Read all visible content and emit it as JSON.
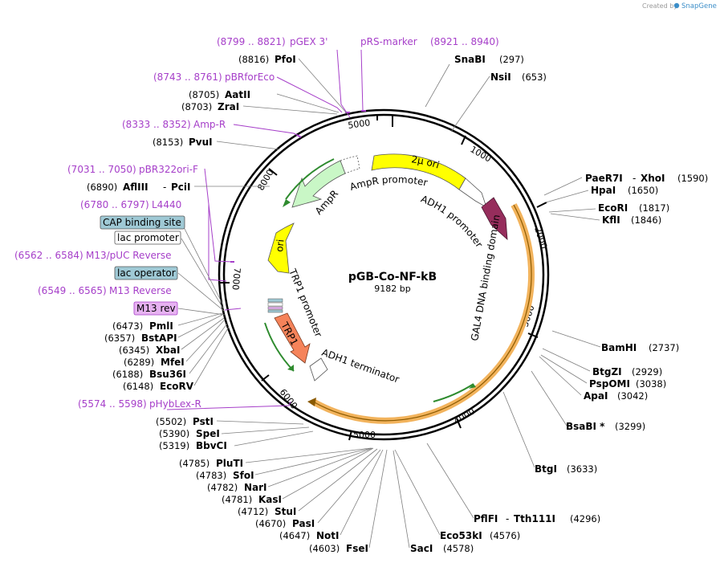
{
  "credit": {
    "prefix": "Created by",
    "brand": "SnapGene"
  },
  "map": {
    "name": "pGB-Co-NF-kB",
    "length": "9182 bp"
  },
  "ticks": [
    "1000",
    "2000",
    "3000",
    "4000",
    "5000",
    "6000",
    "7000",
    "8000",
    "5000"
  ],
  "enzymes_right": [
    {
      "name": "SnaBI",
      "pos": "(297)"
    },
    {
      "name": "NsiI",
      "pos": "(653)"
    },
    {
      "name": "PaeR7I",
      "sep": "-",
      "name2": "XhoI",
      "pos": "(1590)"
    },
    {
      "name": "HpaI",
      "pos": "(1650)"
    },
    {
      "name": "EcoRI",
      "pos": "(1817)"
    },
    {
      "name": "KflI",
      "pos": "(1846)"
    },
    {
      "name": "BamHI",
      "pos": "(2737)"
    },
    {
      "name": "BtgZI",
      "pos": "(2929)"
    },
    {
      "name": "PspOMI",
      "pos": "(3038)"
    },
    {
      "name": "ApaI",
      "pos": "(3042)"
    },
    {
      "name": "BsaBI *",
      "pos": "(3299)"
    },
    {
      "name": "BtgI",
      "pos": "(3633)"
    },
    {
      "name": "PflFI",
      "sep": "-",
      "name2": "Tth111I",
      "pos": "(4296)"
    },
    {
      "name": "Eco53kI",
      "pos": "(4576)"
    },
    {
      "name": "SacI",
      "pos": "(4578)"
    }
  ],
  "enzymes_left": [
    {
      "name": "PfoI",
      "pos": "(8816)"
    },
    {
      "name": "AatII",
      "pos": "(8705)"
    },
    {
      "name": "ZraI",
      "pos": "(8703)"
    },
    {
      "name": "PvuI",
      "pos": "(8153)"
    },
    {
      "name": "AflIII",
      "sep": "-",
      "name2": "PciI",
      "pos": "(6890)"
    },
    {
      "name": "PmlI",
      "pos": "(6473)"
    },
    {
      "name": "BstAPI",
      "pos": "(6357)"
    },
    {
      "name": "XbaI",
      "pos": "(6345)"
    },
    {
      "name": "MfeI",
      "pos": "(6289)"
    },
    {
      "name": "Bsu36I",
      "pos": "(6188)"
    },
    {
      "name": "EcoRV",
      "pos": "(6148)"
    },
    {
      "name": "PstI",
      "pos": "(5502)"
    },
    {
      "name": "SpeI",
      "pos": "(5390)"
    },
    {
      "name": "BbvCI",
      "pos": "(5319)"
    },
    {
      "name": "PluTI",
      "pos": "(4785)"
    },
    {
      "name": "SfoI",
      "pos": "(4783)"
    },
    {
      "name": "NarI",
      "pos": "(4782)"
    },
    {
      "name": "KasI",
      "pos": "(4781)"
    },
    {
      "name": "StuI",
      "pos": "(4712)"
    },
    {
      "name": "PasI",
      "pos": "(4670)"
    },
    {
      "name": "NotI",
      "pos": "(4647)"
    },
    {
      "name": "FseI",
      "pos": "(4603)"
    }
  ],
  "primers": [
    {
      "range": "(8799 .. 8821)",
      "name": "pGEX 3'"
    },
    {
      "range": "",
      "name": "pRS-marker"
    },
    {
      "range": "(8921 .. 8940)",
      "name": ""
    },
    {
      "range": "(8743 .. 8761)",
      "name": "pBRforEco"
    },
    {
      "range": "(8333 .. 8352)",
      "name": "Amp-R"
    },
    {
      "range": "(7031 .. 7050)",
      "name": "pBR322ori-F"
    },
    {
      "range": "(6780 .. 6797)",
      "name": "L4440"
    },
    {
      "range": "(6562 .. 6584)",
      "name": "M13/pUC Reverse"
    },
    {
      "range": "(6549 .. 6565)",
      "name": "M13 Reverse"
    },
    {
      "range": "(5574 .. 5598)",
      "name": "pHybLex-R"
    }
  ],
  "boxed_features": [
    {
      "name": "CAP binding site",
      "color": "#9fc9d5"
    },
    {
      "name": "lac promoter",
      "color": "#ffffff"
    },
    {
      "name": "lac operator",
      "color": "#9fc9d5"
    },
    {
      "name": "M13 rev",
      "color": "#e7b2f2"
    }
  ],
  "features": {
    "two_mu_ori": "2μ ori",
    "ampr_promoter": "AmpR promoter",
    "adh1_promoter": "ADH1 promoter",
    "ampr": "AmpR",
    "ori": "ori",
    "gal4": "GAL4 DNA binding domain",
    "trp1_promoter": "TRP1 promoter",
    "trp1": "TRP1",
    "adh1_terminator": "ADH1 terminator"
  },
  "colors": {
    "primer": "#a63fc9",
    "yellow": "#ffff00",
    "light_green": "#c9f7c6",
    "maroon": "#962d5c",
    "orange": "#f5835a",
    "gal4_orange": "#f2b35c",
    "dark_green": "#2e8b2e"
  }
}
